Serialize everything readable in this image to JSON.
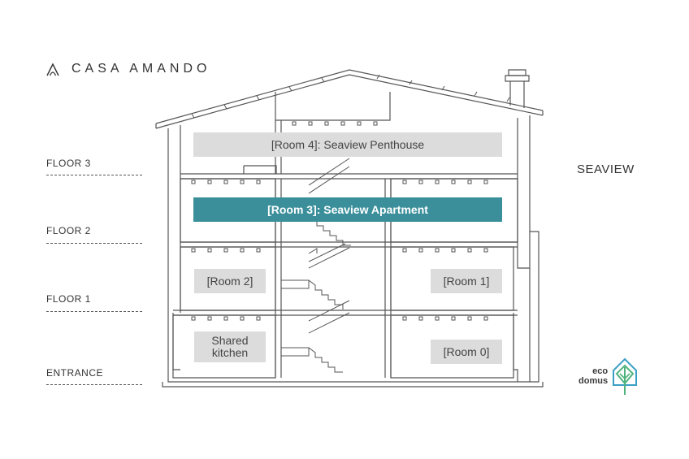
{
  "brand": {
    "name": "CASA AMANDO",
    "logo_icon": "arch-logo-icon"
  },
  "floors": [
    {
      "label": "FLOOR 3"
    },
    {
      "label": "FLOOR 2"
    },
    {
      "label": "FLOOR 1"
    },
    {
      "label": "ENTRANCE"
    }
  ],
  "side_label": "SEAVIEW",
  "rooms": [
    {
      "label": "[Room 4]: Seaview Penthouse",
      "active": false
    },
    {
      "label": "[Room 3]: Seaview Apartment",
      "active": true
    },
    {
      "label": "[Room 2]",
      "active": false
    },
    {
      "label": "[Room 1]",
      "active": false
    },
    {
      "label": "Shared kitchen",
      "active": false
    },
    {
      "label": "[Room 0]",
      "active": false
    }
  ],
  "eco_logo": {
    "line1": "eco",
    "line2": "domus",
    "icon": "leaf-house-icon"
  },
  "colors": {
    "accent": "#3a8f9b",
    "room_bg": "#dcdcdc",
    "eco_green": "#4fb37d",
    "eco_blue": "#3a9fc4"
  }
}
